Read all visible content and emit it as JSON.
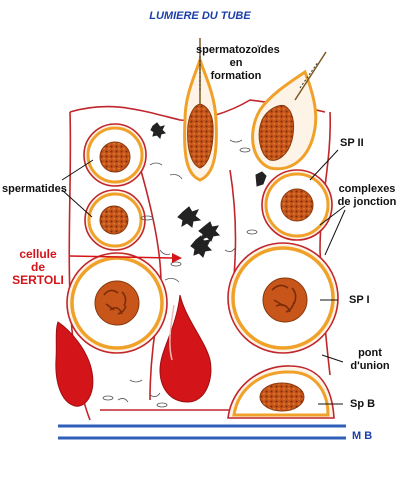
{
  "title": "LUMIERE DU TUBE",
  "labels": {
    "spermatozoides": [
      "spermatozoïdes",
      "en",
      "formation"
    ],
    "sp2": "SP II",
    "spermatides": "spermatides",
    "complexes": [
      "complexes",
      "de jonction"
    ],
    "sertoli": [
      "cellule",
      "de",
      "SERTOLI"
    ],
    "sp1": "SP I",
    "pont": [
      "pont",
      "d'union"
    ],
    "spb": "Sp B",
    "mb": "M B"
  },
  "colors": {
    "membrane": "#c0262b",
    "ring": "#f0a12a",
    "nucleus": "#c8561a",
    "nucleus_dark": "#8a3a10",
    "cytoplasm_red": "#d31418",
    "basement": "#2f5fb8",
    "label_red": "#d31418",
    "label_blue": "#1b3fa8"
  }
}
